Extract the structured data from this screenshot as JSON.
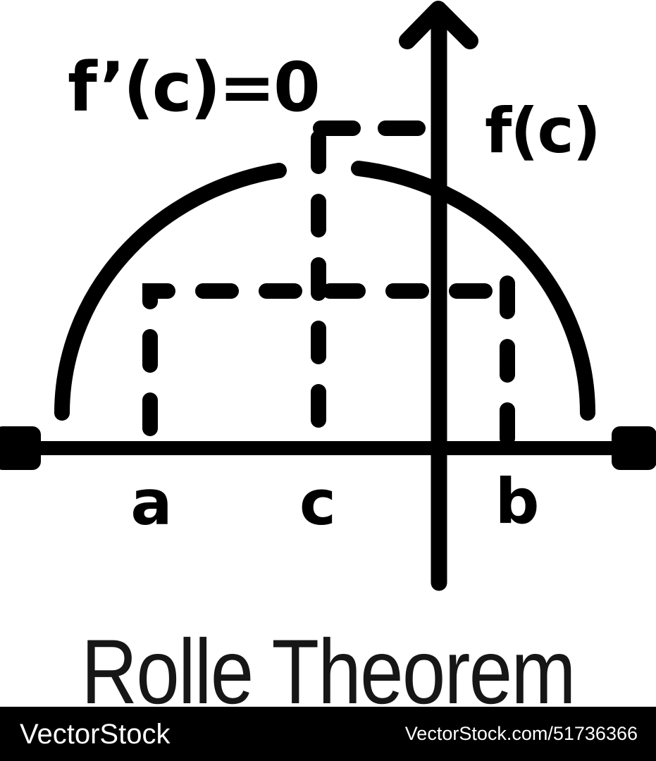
{
  "diagram": {
    "labels": {
      "derivative_at_c": "f’(c)=0",
      "function_value": "f(c)",
      "point_a": "a",
      "point_c": "c",
      "point_b": "b"
    },
    "title": "Rolle Theorem",
    "colors": {
      "stroke": "#000000",
      "background": "#ffffff",
      "title_text": "#161616"
    }
  },
  "watermark": {
    "brand": "VectorStock",
    "reference": "VectorStock.com/51736366",
    "colors": {
      "bar": "#000000",
      "text": "#ffffff"
    }
  }
}
